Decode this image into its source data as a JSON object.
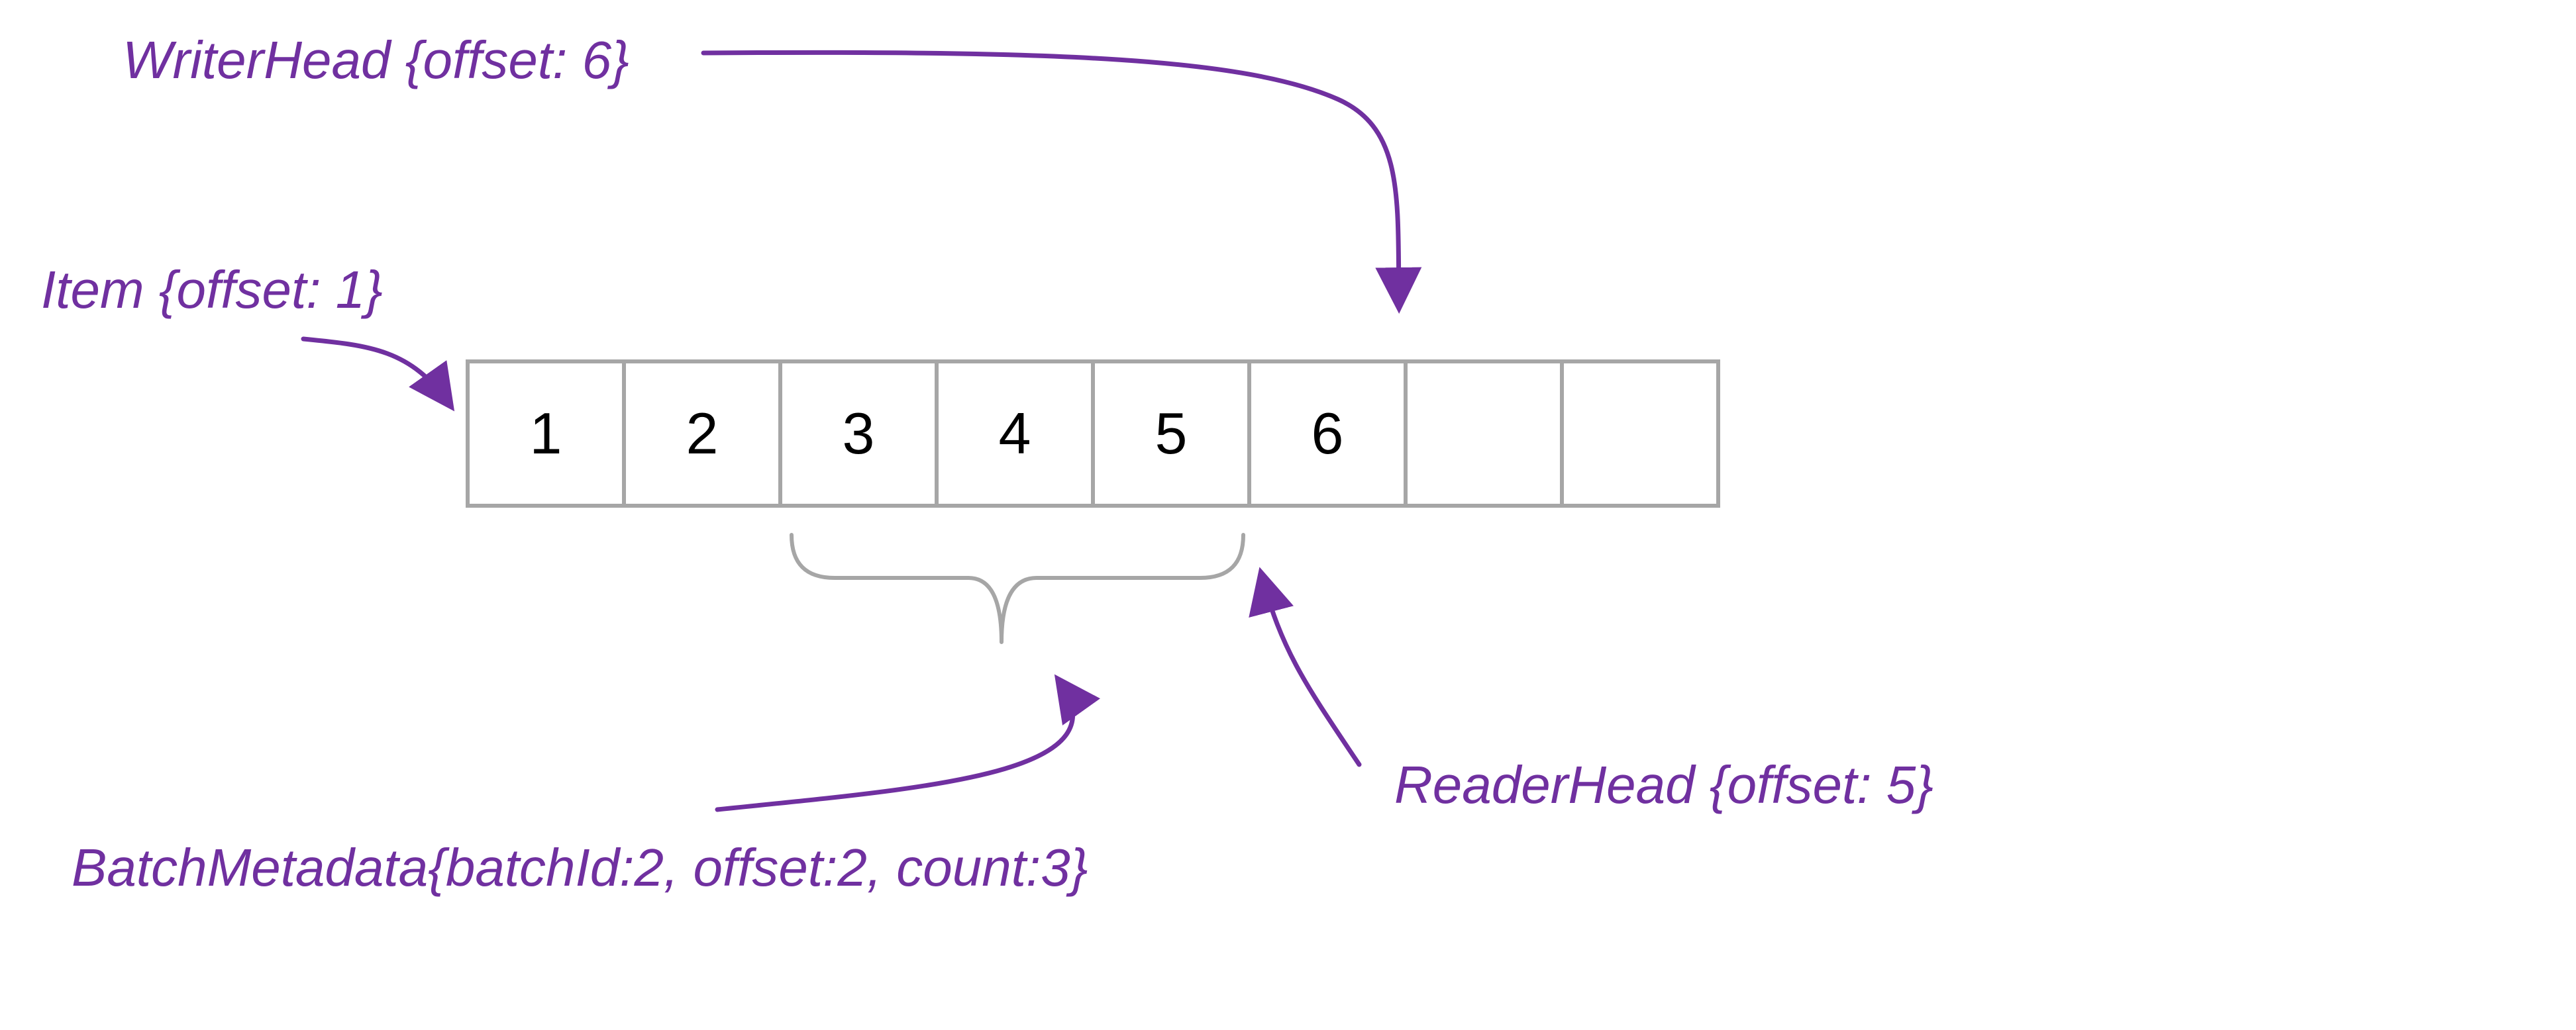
{
  "labels": {
    "writer_head": "WriterHead {offset: 6}",
    "item": "Item {offset: 1}",
    "reader_head": "ReaderHead {offset: 5}",
    "batch_metadata": "BatchMetadata{batchId:2, offset:2, count:3}"
  },
  "buffer": {
    "cells": [
      "1",
      "2",
      "3",
      "4",
      "5",
      "6",
      "",
      ""
    ]
  },
  "colors": {
    "accent": "#7030a0",
    "grid": "#a6a6a6",
    "text": "#000000",
    "background": "#ffffff"
  }
}
